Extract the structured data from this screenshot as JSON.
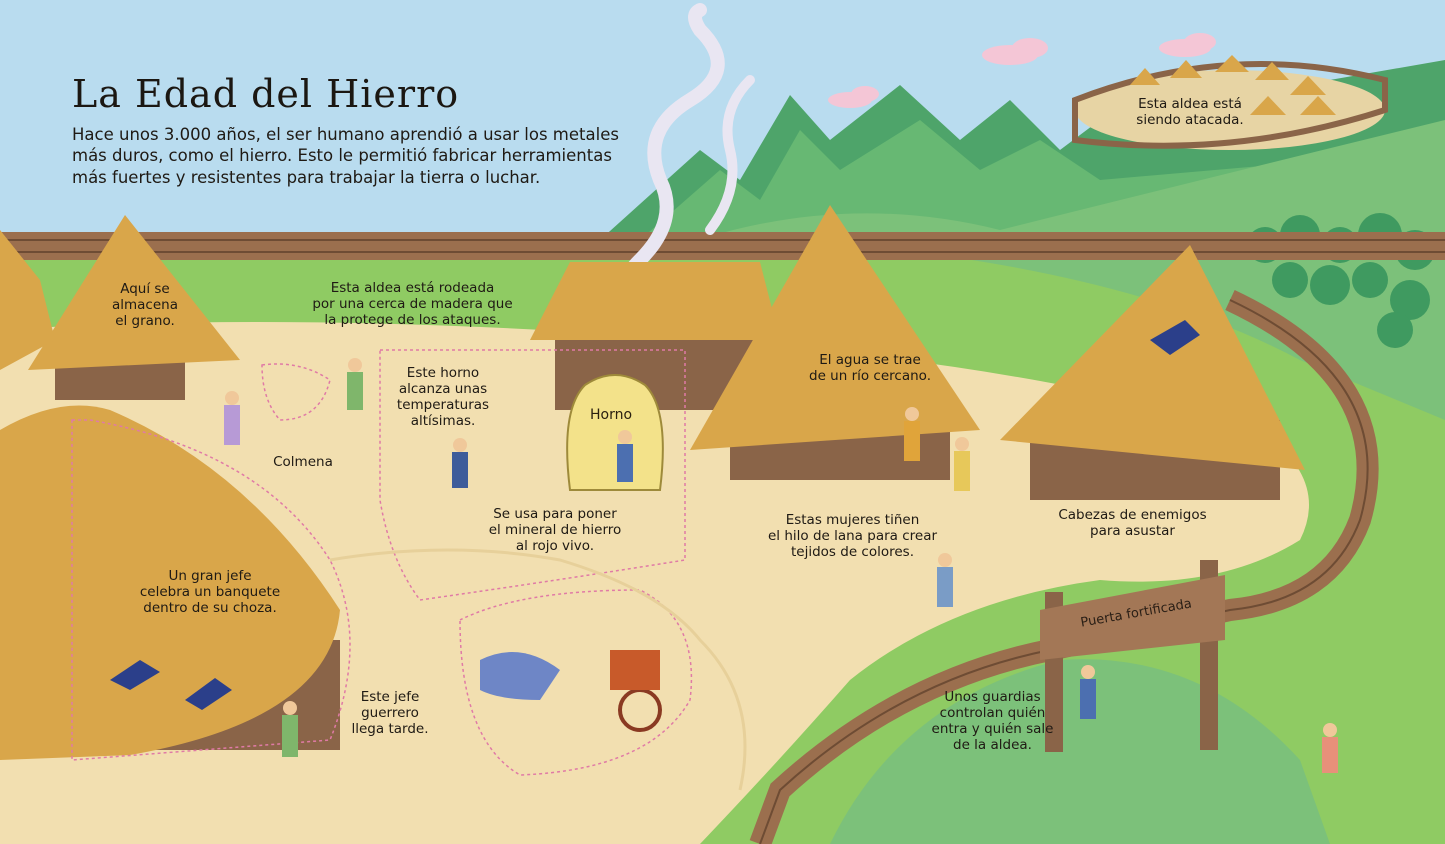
{
  "title": "La Edad del Hierro",
  "intro": [
    "Hace unos 3.000 años, el ser humano aprendió a usar los metales",
    "más duros, como el hierro. Esto le permitió fabricar herramientas",
    "más fuertes y resistentes para trabajar la tierra o luchar."
  ],
  "labels": {
    "granary": [
      "Aquí se",
      "almacena",
      "el grano."
    ],
    "fence": [
      "Esta aldea está rodeada",
      "por una cerca de madera que",
      "la protege de los ataques."
    ],
    "hillfort": [
      "Esta aldea está",
      "siendo atacada."
    ],
    "oven_temp": [
      "Este horno",
      "alcanza unas",
      "temperaturas",
      "altísimas."
    ],
    "oven": "Horno",
    "oven_use": [
      "Se usa para poner",
      "el mineral de hierro",
      "al rojo vivo."
    ],
    "water": [
      "El agua se trae",
      "de un río cercano."
    ],
    "beehive": "Colmena",
    "dyers": [
      "Estas mujeres tiñen",
      "el hilo de lana para crear",
      "tejidos de colores."
    ],
    "heads": [
      "Cabezas de enemigos",
      "para asustar"
    ],
    "chief": [
      "Un gran jefe",
      "celebra un banquete",
      "dentro de su choza."
    ],
    "gate": "Puerta fortificada",
    "warrior": [
      "Este jefe",
      "guerrero",
      "llega tarde."
    ],
    "guards": [
      "Unos guardias",
      "controlan quién",
      "entra y quién sale",
      "de la aldea."
    ]
  },
  "colors": {
    "sky": "#b9dcef",
    "hill_dark": "#4ea46a",
    "hill_light": "#7cc17a",
    "grass": "#8fcb63",
    "ground": "#f2dfb0",
    "thatch": "#d9a64a",
    "thatch_dark": "#b07f2e",
    "wood": "#9b6f4e",
    "path_outline": "#e07aa6"
  }
}
